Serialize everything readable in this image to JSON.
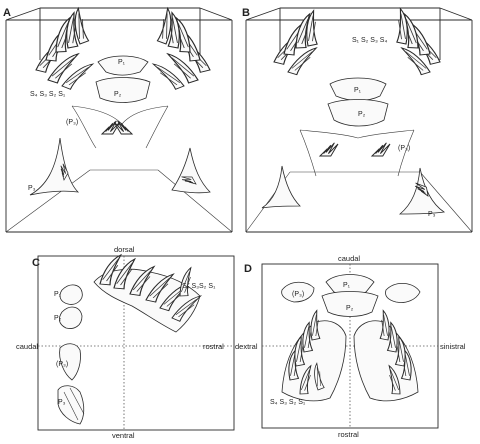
{
  "panels": {
    "A": {
      "letter": "A",
      "labels": {
        "p1": "P₁",
        "p2": "P₂",
        "p3_mid": "(P₃)",
        "p3_left": "P₃",
        "s_row": "S₄ S₃ S₂ S₁"
      }
    },
    "B": {
      "letter": "B",
      "labels": {
        "s_row": "S₁ S₂ S₃ S₄",
        "p1": "P₁",
        "p2": "P₂",
        "p3_mid": "(P₃)",
        "p3_right": "P₃"
      }
    },
    "C": {
      "letter": "C",
      "axes": {
        "top": "dorsal",
        "bottom": "ventral",
        "left": "caudal",
        "right": "rostral"
      },
      "labels": {
        "p1": "P₁",
        "p2": "P₂",
        "p3_mid": "(P₃)",
        "p3": "P₃",
        "s_list": "S₄ S₃S₂ S₁"
      }
    },
    "D": {
      "letter": "D",
      "axes": {
        "top": "caudal",
        "bottom": "rostral",
        "left": "dextral",
        "right": "sinistral"
      },
      "labels": {
        "p3_mid": "(P₃)",
        "p1": "P₁",
        "p2": "P₂",
        "s_row": "S₄ S₃ S₂ S₁"
      }
    }
  }
}
